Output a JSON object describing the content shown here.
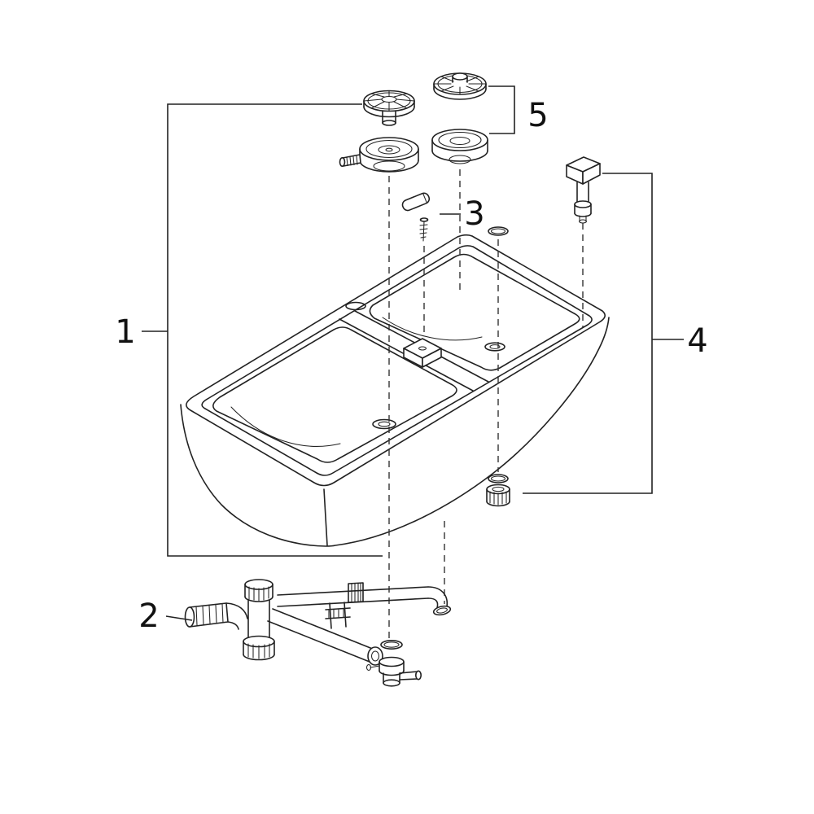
{
  "canvas": {
    "background": "#ffffff",
    "line_color": "#222222",
    "label_color": "#111111"
  },
  "diagram": {
    "kind": "exploded-parts-diagram",
    "labels": {
      "part1": "1",
      "part2": "2",
      "part3": "3",
      "part4": "4",
      "part5": "5"
    }
  }
}
